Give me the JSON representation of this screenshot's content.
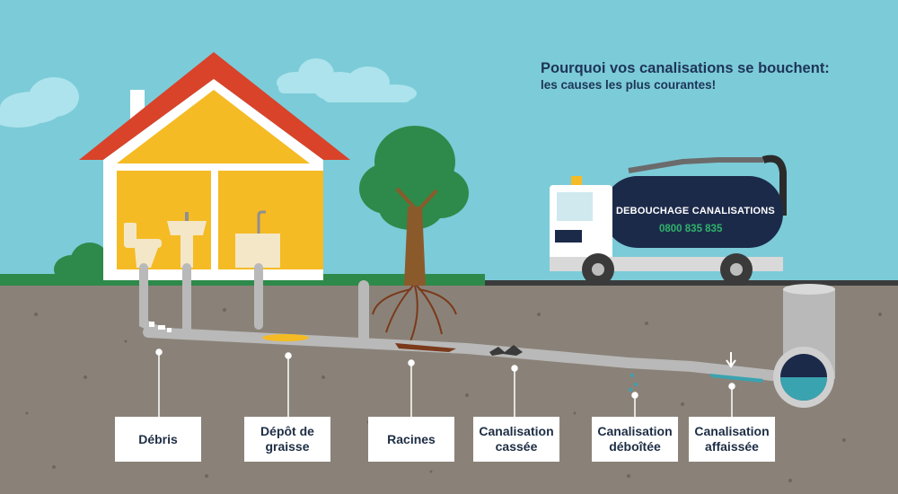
{
  "title": {
    "line1": "Pourquoi vos canalisations se bouchent:",
    "line2": "les causes les plus courantes!"
  },
  "truck": {
    "tank_text": "DEBOUCHAGE CANALISATIONS",
    "phone": "0800 835 835"
  },
  "labels": [
    {
      "id": "debris",
      "text": "Débris"
    },
    {
      "id": "graisse",
      "line1": "Dépôt de",
      "line2": "graisse"
    },
    {
      "id": "racines",
      "text": "Racines"
    },
    {
      "id": "cassee",
      "line1": "Canalisation",
      "line2": "cassée"
    },
    {
      "id": "deboitee",
      "line1": "Canalisation",
      "line2": "déboîtée"
    },
    {
      "id": "affaissee",
      "line1": "Canalisation",
      "line2": "affaissée"
    }
  ],
  "colors": {
    "sky": "#7ccbd8",
    "ground": "#8a8278",
    "grass": "#2e8a4a",
    "house_wall": "#ffffff",
    "house_inside": "#f5bb25",
    "roof": "#d8432a",
    "pipe": "#b9b9b9",
    "truck_tank": "#1c2a4a",
    "label_bg": "#ffffff",
    "title": "#1d3557"
  }
}
